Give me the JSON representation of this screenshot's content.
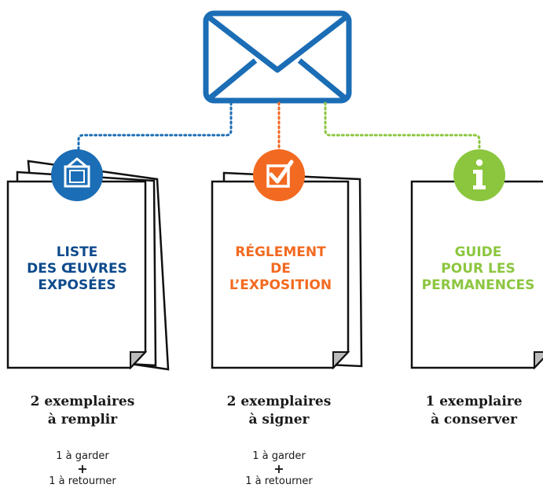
{
  "colors": {
    "blue": "#1b6db5",
    "navy": "#0d4a8c",
    "orange": "#f26a21",
    "green": "#8cc63f",
    "paper_fold": "#bbbbbb"
  },
  "icons": {
    "top": "envelope-icon",
    "card1": "frame-icon",
    "card2": "checkbox-icon",
    "card3": "info-icon"
  },
  "cards": [
    {
      "title_lines": [
        "LISTE",
        "DES ŒUVRES",
        "EXPOSÉES"
      ],
      "count_lines": [
        "2 exemplaires",
        "à remplir"
      ],
      "detail": {
        "keep": "1 à garder",
        "plus": "+",
        "return": "1 à retourner"
      }
    },
    {
      "title_lines": [
        "RÉGLEMENT",
        "DE",
        "L’EXPOSITION"
      ],
      "count_lines": [
        "2 exemplaires",
        "à signer"
      ],
      "detail": {
        "keep": "1 à garder",
        "plus": "+",
        "return": "1 à retourner"
      }
    },
    {
      "title_lines": [
        "GUIDE",
        "POUR LES",
        "PERMANENCES"
      ],
      "count_lines": [
        "1 exemplaire",
        "à conserver"
      ]
    }
  ]
}
